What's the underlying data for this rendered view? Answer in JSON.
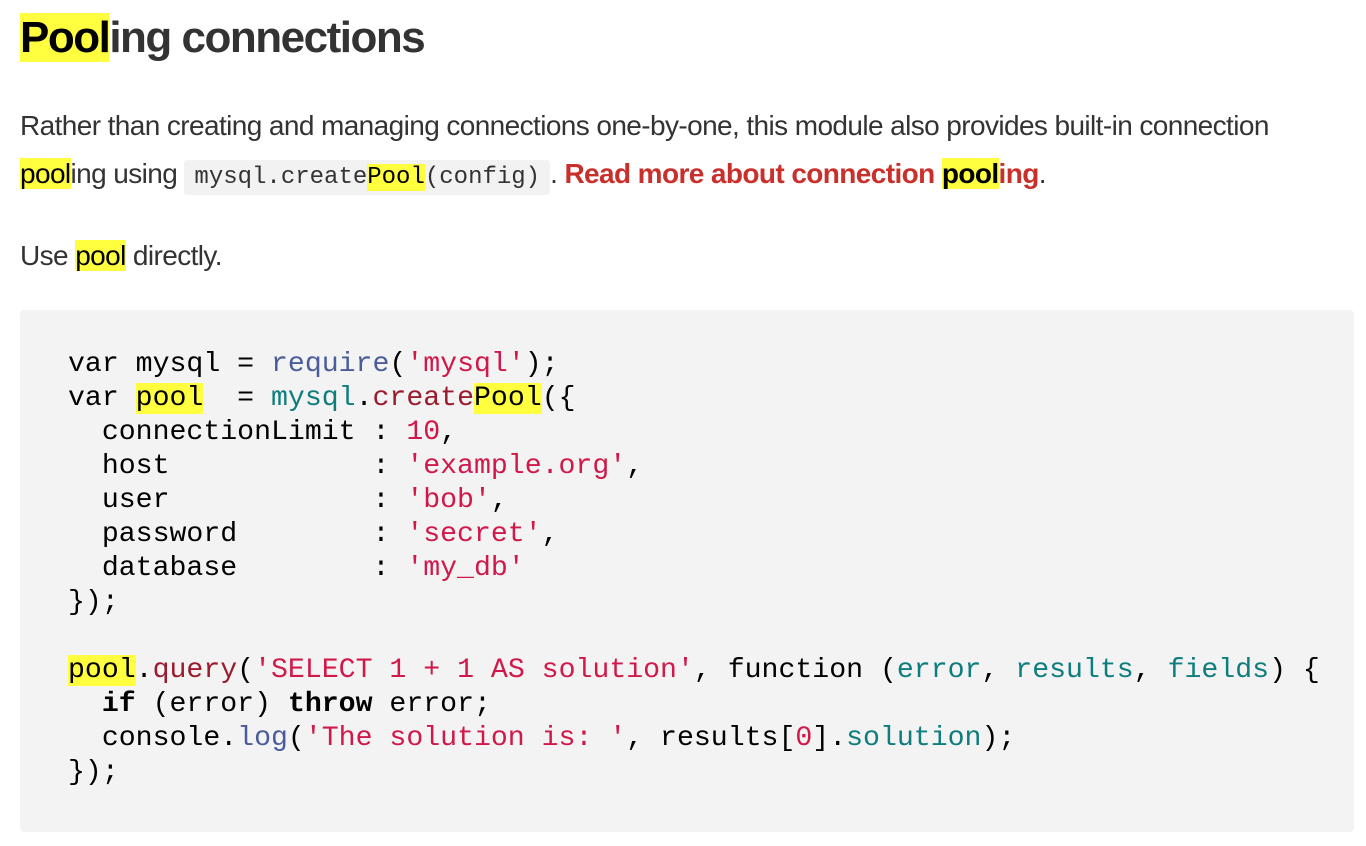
{
  "heading": {
    "hl": "Pool",
    "rest": "ing connections"
  },
  "intro": {
    "text1": "Rather than creating and managing connections one-by-one, this module also provides built-in connection ",
    "hl1": "pool",
    "text2": "ing using ",
    "code_prefix": "mysql.create",
    "code_hl": "Pool",
    "code_suffix": "(config)",
    "text3": ". ",
    "link_text": "Read more about connection ",
    "link_hl": "pool",
    "link_rest": "ing",
    "text4": "."
  },
  "usage": {
    "prefix": "Use ",
    "hl": "pool",
    "suffix": " directly."
  },
  "code": {
    "l1": {
      "a": "var mysql = ",
      "fn": "require",
      "b": "(",
      "str": "'mysql'",
      "c": ");"
    },
    "l2": {
      "a": "var ",
      "hl": "pool",
      "b": "  = ",
      "obj": "mysql",
      "c": ".",
      "mth": "create",
      "mth_hl": "Pool",
      "d": "({"
    },
    "l3": {
      "a": "  connectionLimit : ",
      "num": "10",
      "b": ","
    },
    "l4": {
      "a": "  host            : ",
      "str": "'example.org'",
      "b": ","
    },
    "l5": {
      "a": "  user            : ",
      "str": "'bob'",
      "b": ","
    },
    "l6": {
      "a": "  password        : ",
      "str": "'secret'",
      "b": ","
    },
    "l7": {
      "a": "  database        : ",
      "str": "'my_db'"
    },
    "l8": {
      "a": "});"
    },
    "l10": {
      "hl": "pool",
      "a": ".",
      "mth": "query",
      "b": "(",
      "str": "'SELECT 1 + 1 AS solution'",
      "c": ", function (",
      "v1": "error",
      "d": ", ",
      "v2": "results",
      "e": ", ",
      "v3": "fields",
      "f": ") {"
    },
    "l11": {
      "a": "  ",
      "kw1": "if",
      "b": " (error) ",
      "kw2": "throw",
      "c": " error;"
    },
    "l12": {
      "a": "  console.",
      "fn": "log",
      "b": "(",
      "str": "'The solution is: '",
      "c": ", results[",
      "num": "0",
      "d": "].",
      "v": "solution",
      "e": ");"
    },
    "l13": {
      "a": "});"
    }
  },
  "colors": {
    "highlight": "#ffff40",
    "link": "#c9302c",
    "code_background": "#f3f3f3",
    "string": "#d0184a",
    "function": "#4a5c9a",
    "variable": "#0e7d7d"
  }
}
